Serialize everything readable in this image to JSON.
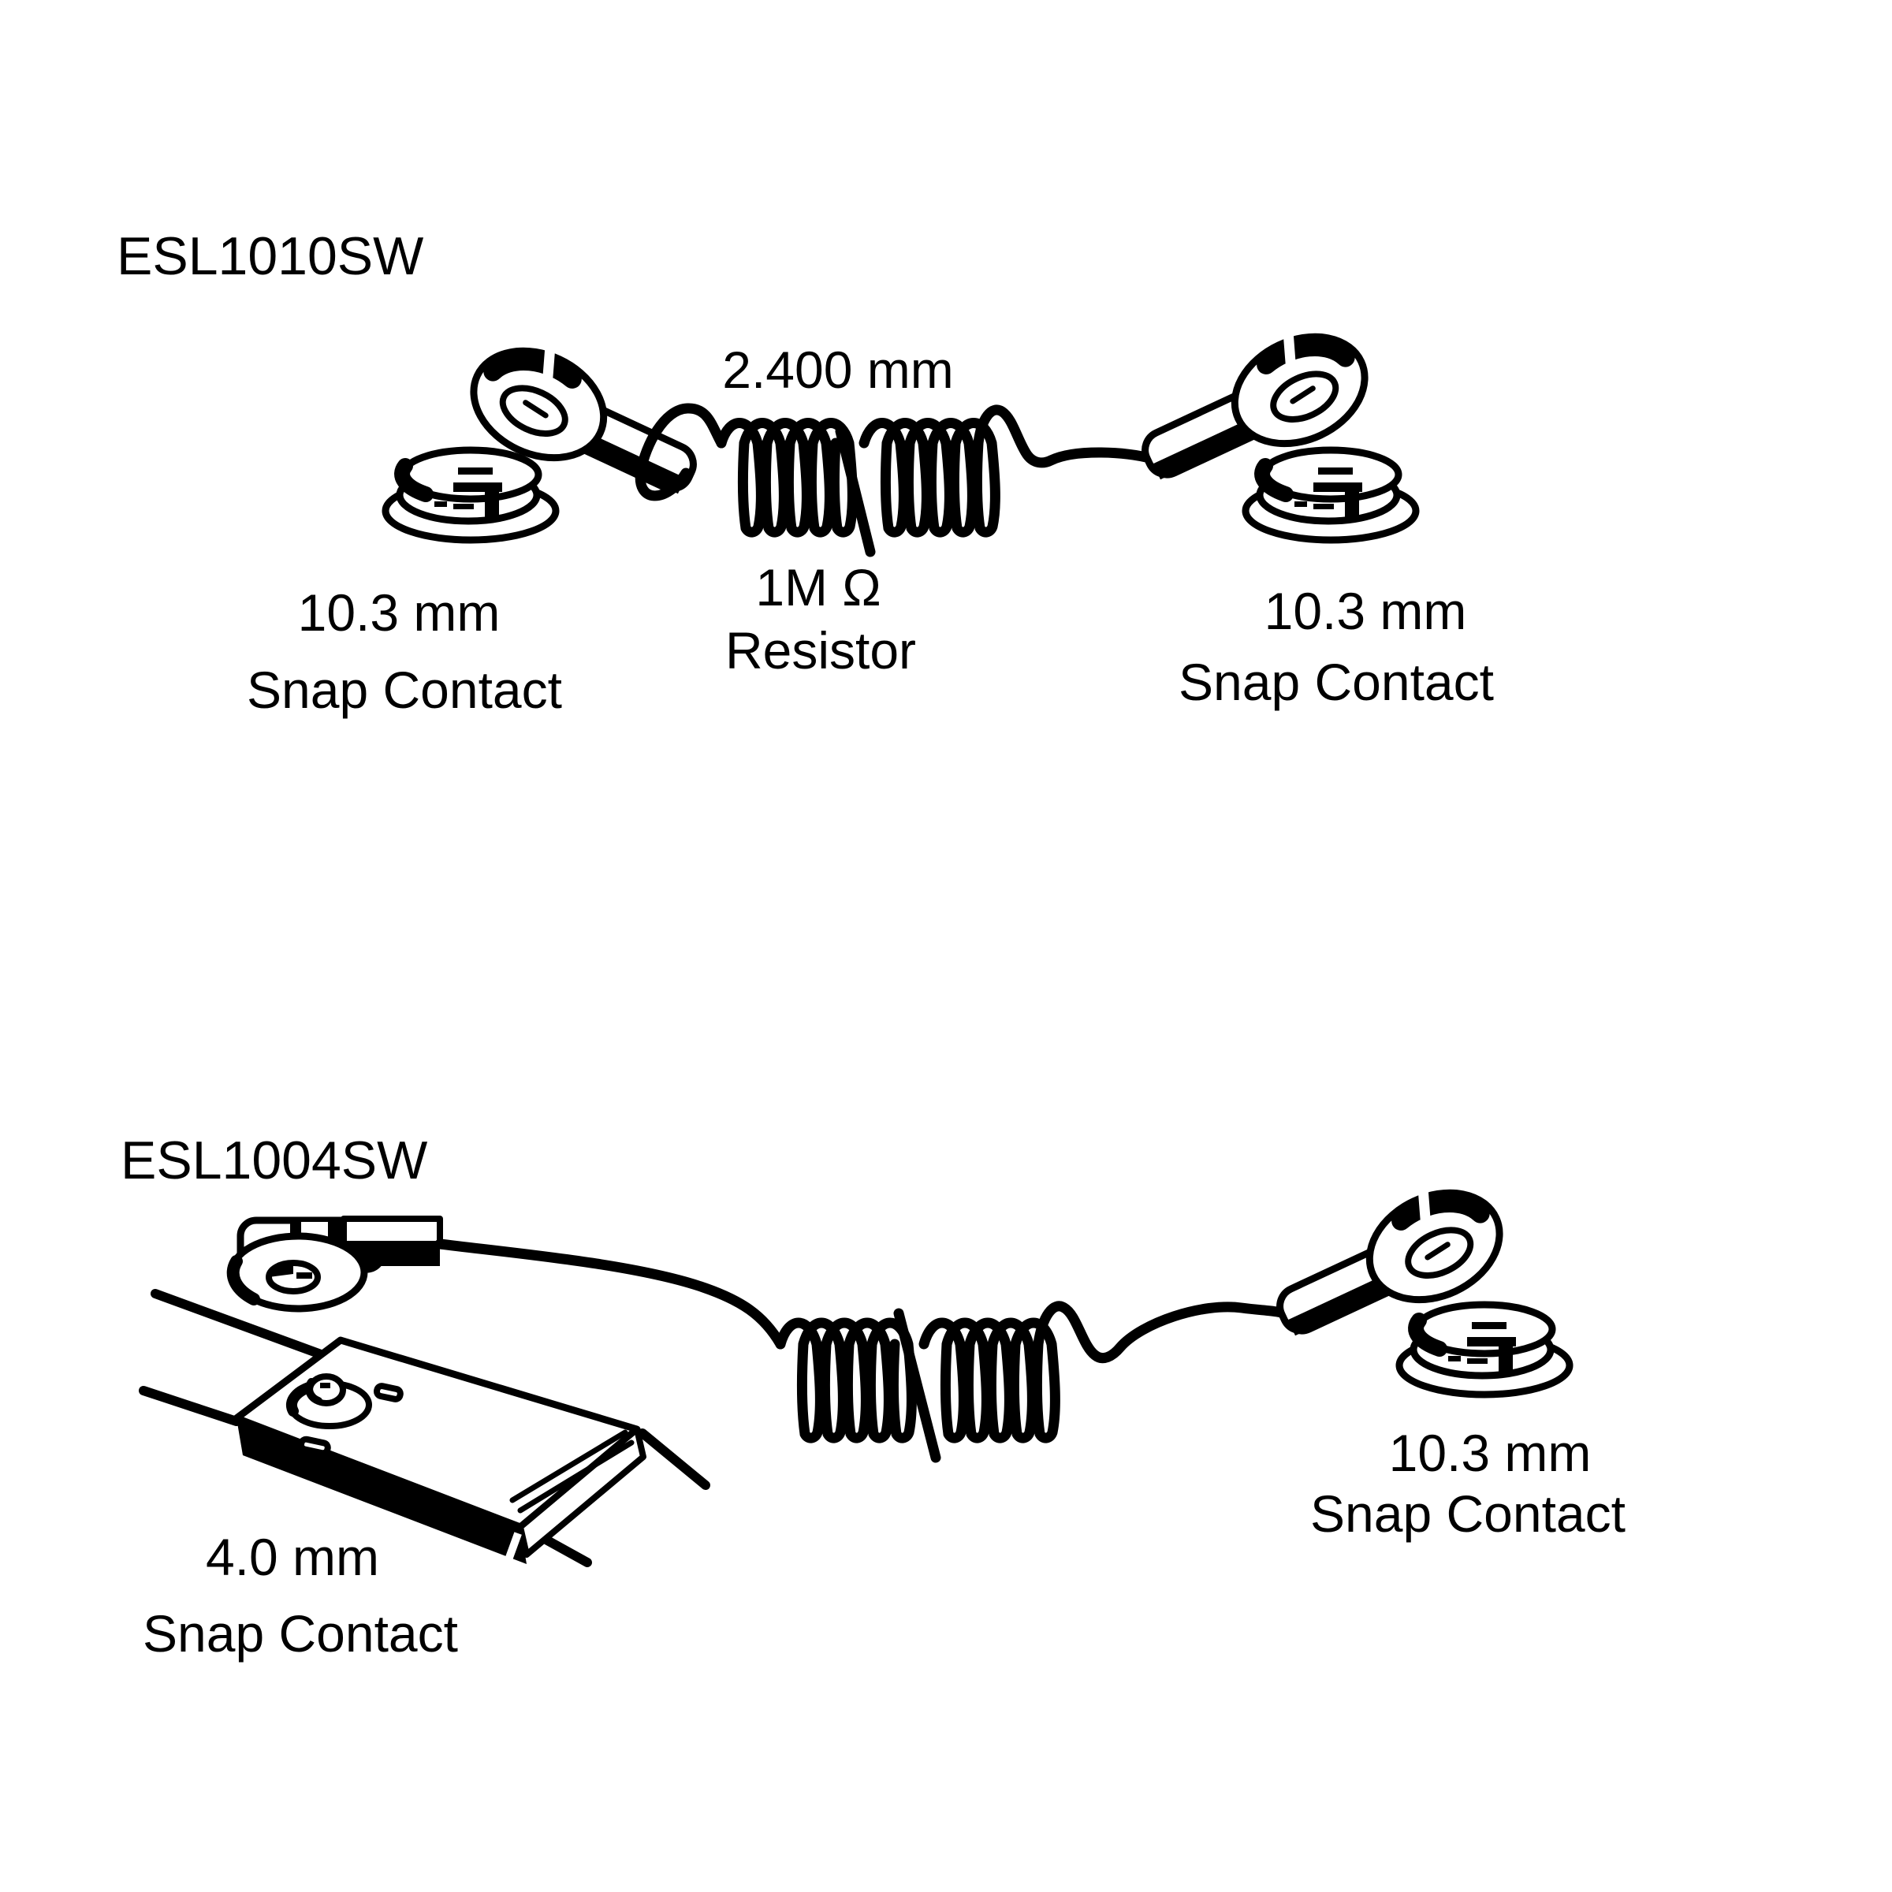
{
  "colors": {
    "ink": "#000000",
    "background": "#ffffff"
  },
  "diagrams": [
    {
      "model": "ESL1010SW",
      "cable_length": "2.400 mm",
      "resistor_value": "1M Ω",
      "resistor_word": "Resistor",
      "left_contact": {
        "size": "10.3 mm",
        "type": "Snap Contact"
      },
      "right_contact": {
        "size": "10.3 mm",
        "type": "Snap Contact"
      }
    },
    {
      "model": "ESL1004SW",
      "left_contact": {
        "size": "4.0 mm",
        "type": "Snap Contact"
      },
      "right_contact": {
        "size": "10.3 mm",
        "type": "Snap Contact"
      }
    }
  ]
}
